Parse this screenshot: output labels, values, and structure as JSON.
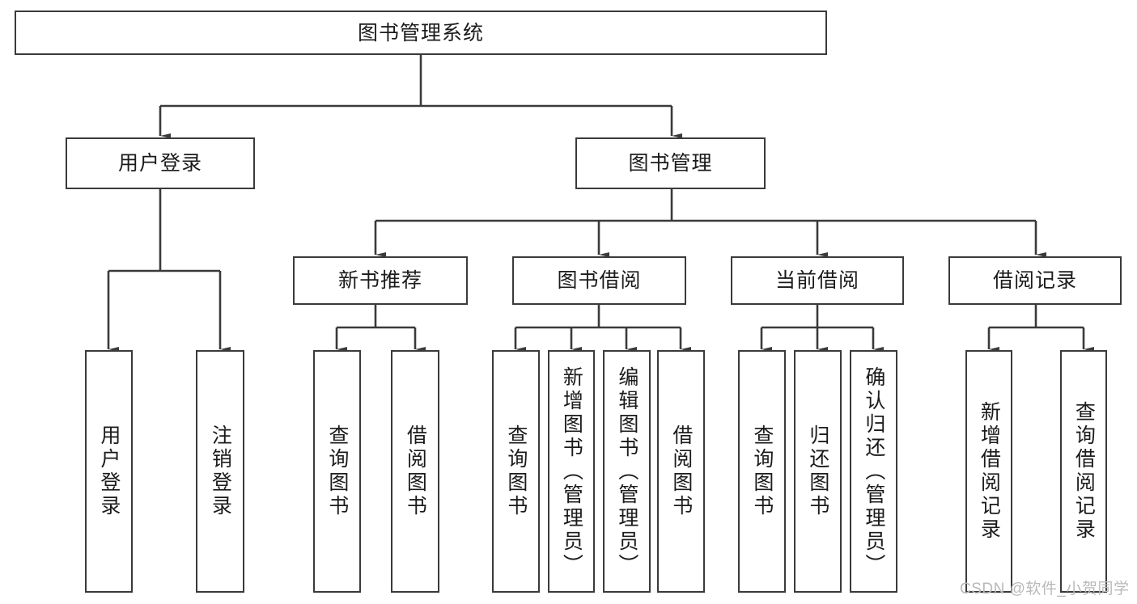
{
  "diagram": {
    "title": "图书管理系统",
    "type": "tree-hierarchy",
    "root": {
      "id": "root",
      "label": "图书管理系统"
    },
    "level2": [
      {
        "id": "user-login",
        "label": "用户登录"
      },
      {
        "id": "book-management",
        "label": "图书管理"
      }
    ],
    "level3": [
      {
        "id": "new-book-recommend",
        "label": "新书推荐",
        "parent": "book-management"
      },
      {
        "id": "book-borrow",
        "label": "图书借阅",
        "parent": "book-management"
      },
      {
        "id": "current-borrow",
        "label": "当前借阅",
        "parent": "book-management"
      },
      {
        "id": "borrow-record",
        "label": "借阅记录",
        "parent": "book-management"
      }
    ],
    "leaves": [
      {
        "id": "leaf-user-login",
        "label": "用户登录",
        "parent": "user-login"
      },
      {
        "id": "leaf-logout-login",
        "label": "注销登录",
        "parent": "user-login"
      },
      {
        "id": "leaf-query-book-1",
        "label": "查询图书",
        "parent": "new-book-recommend"
      },
      {
        "id": "leaf-borrow-book-1",
        "label": "借阅图书",
        "parent": "new-book-recommend"
      },
      {
        "id": "leaf-query-book-2",
        "label": "查询图书",
        "parent": "book-borrow"
      },
      {
        "id": "leaf-add-book",
        "label": "新增图书（管理员）",
        "parent": "book-borrow"
      },
      {
        "id": "leaf-edit-book",
        "label": "编辑图书（管理员）",
        "parent": "book-borrow"
      },
      {
        "id": "leaf-borrow-book-2",
        "label": "借阅图书",
        "parent": "book-borrow"
      },
      {
        "id": "leaf-query-book-3",
        "label": "查询图书",
        "parent": "current-borrow"
      },
      {
        "id": "leaf-return-book",
        "label": "归还图书",
        "parent": "current-borrow"
      },
      {
        "id": "leaf-confirm-return",
        "label": "确认归还（管理员）",
        "parent": "current-borrow"
      },
      {
        "id": "leaf-add-record",
        "label": "新增借阅记录",
        "parent": "borrow-record"
      },
      {
        "id": "leaf-query-record",
        "label": "查询借阅记录",
        "parent": "borrow-record"
      }
    ],
    "colors": {
      "stroke": "#3a3a3a",
      "fill": "#ffffff",
      "text": "#1b1b1b",
      "watermark": "#b9b9b9"
    }
  },
  "watermark": {
    "text": "CSDN @软件_小贺同学"
  }
}
